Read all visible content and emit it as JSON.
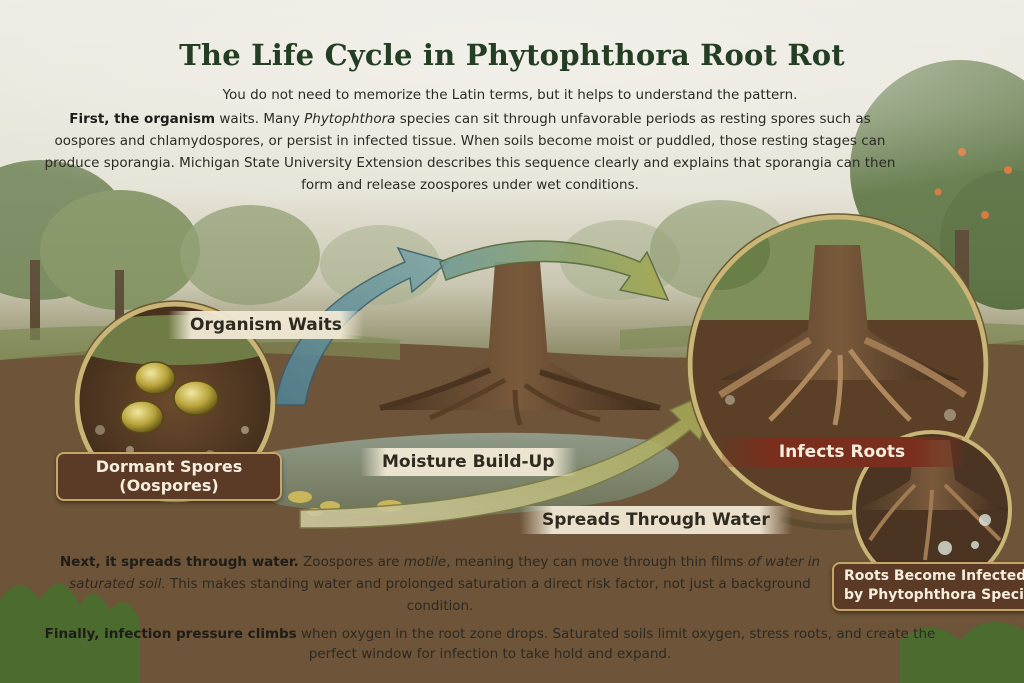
{
  "title": "The Life Cycle in Phytophthora Root Rot",
  "intro": "You do not need to memorize the Latin terms, but it helps to understand the pattern.",
  "p2": {
    "lead": "First, the organism",
    "t1": " waits. Many ",
    "italic": "Phytophthora",
    "t2": " species can sit through unfavorable periods as resting spores such as oospores and chlamydospores, or persist in infected tissue. When soils become moist or puddled, those resting stages can produce sporangia. Michigan State University Extension describes this sequence clearly and explains that sporangia can then form and release zoospores under wet conditions."
  },
  "p3": {
    "lead": "Next, it spreads through water.",
    "t1": " Zoospores are ",
    "italic1": "motile",
    "t2": ", meaning they can move through thin films ",
    "italic2": "of water in saturated soil.",
    "t3": " This makes standing water and prolonged saturation a direct risk factor, not just a background condition."
  },
  "p4": {
    "lead": "Finally, infection pressure climbs",
    "t1": " when oxygen in the root zone drops. Saturated soils limit oxygen, stress roots, and create the perfect window for infection to take hold and expand."
  },
  "labels": {
    "organism_waits": "Organism Waits",
    "dormant_spores_1": "Dormant Spores",
    "dormant_spores_2": "(Oospores)",
    "moisture": "Moisture Build-Up",
    "infects": "Infects Roots",
    "spreads": "Spreads Through Water",
    "roots_become_1": "Roots Become Infected",
    "roots_become_2": "by Phytophthora Species"
  },
  "colors": {
    "title": "#233e22",
    "arrow_blue": "#5f8fa0",
    "arrow_olive": "#8a9a4a",
    "label_dark": "#5b3a26",
    "label_red": "#7a2e1e"
  }
}
